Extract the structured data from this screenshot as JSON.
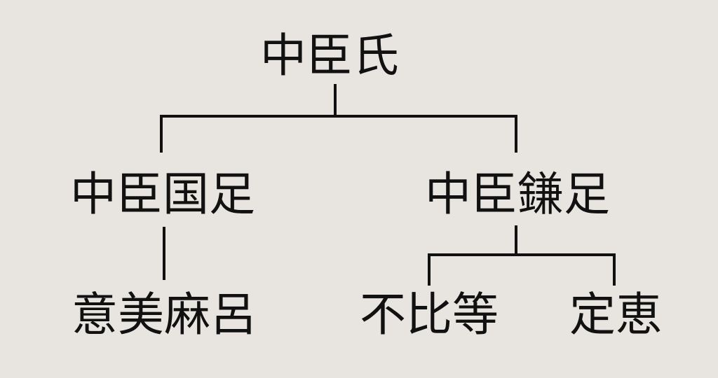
{
  "tree": {
    "root": {
      "label": "中臣氏"
    },
    "left": {
      "label": "中臣国足",
      "children": [
        {
          "label": "意美麻呂"
        }
      ]
    },
    "right": {
      "label": "中臣鎌足",
      "children": [
        {
          "label": "不比等"
        },
        {
          "label": "定恵"
        }
      ]
    }
  },
  "colors": {
    "background": "#e8e5e0",
    "ink": "#111111"
  }
}
